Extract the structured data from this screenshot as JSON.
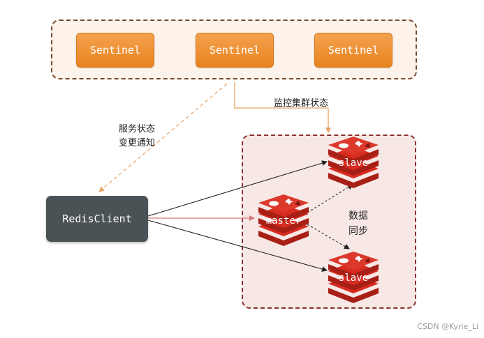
{
  "sentinels": [
    {
      "label": "Sentinel"
    },
    {
      "label": "Sentinel"
    },
    {
      "label": "Sentinel"
    }
  ],
  "client": {
    "label": "RedisClient"
  },
  "master": {
    "label": "master"
  },
  "slaves": [
    {
      "label": "slave"
    },
    {
      "label": "slave"
    }
  ],
  "edge_labels": {
    "monitor": "监控集群状态",
    "notify_line1": "服务状态",
    "notify_line2": "变更通知",
    "sync_line1": "数据",
    "sync_line2": "同步"
  },
  "watermark": "CSDN @Kyrie_Li",
  "colors": {
    "sentinel_orange": "#f0903a",
    "client_gray": "#4b5256",
    "redis_red": "#d82c20",
    "cluster_border": "#8b2f2f",
    "sentinel_border": "#7a4a2a"
  }
}
